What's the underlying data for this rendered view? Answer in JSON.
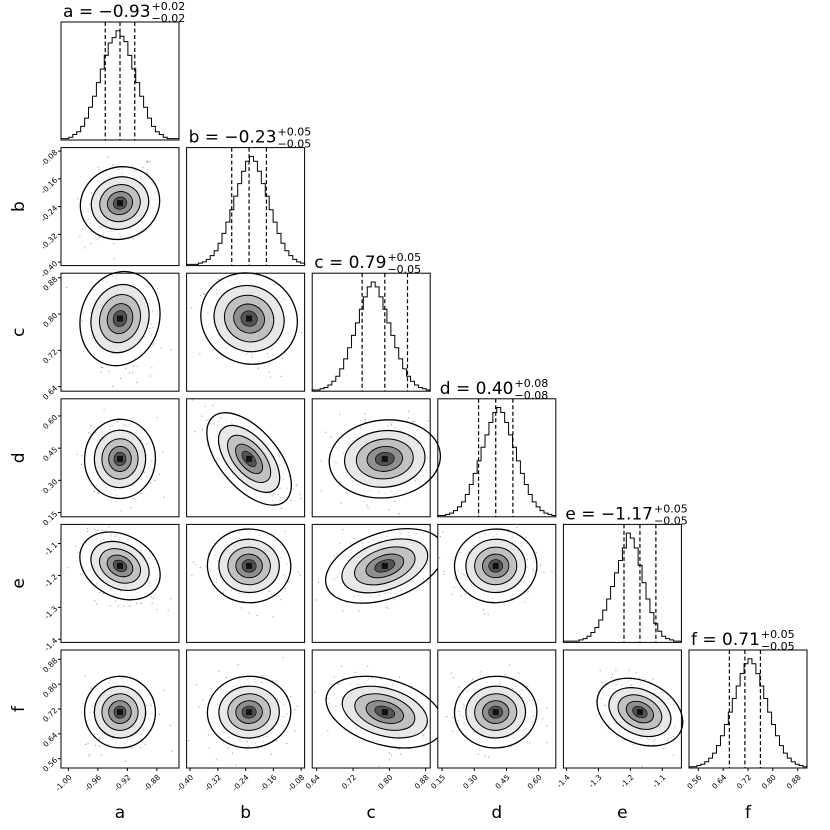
{
  "chart_data": {
    "type": "corner",
    "parameters": [
      "a",
      "b",
      "c",
      "d",
      "e",
      "f"
    ],
    "medians": [
      -0.93,
      -0.23,
      0.79,
      0.4,
      -1.17,
      0.71
    ],
    "ranges": [
      [
        -1.01,
        -0.85
      ],
      [
        -0.41,
        -0.07
      ],
      [
        0.63,
        0.89
      ],
      [
        0.13,
        0.68
      ],
      [
        -1.41,
        -1.04
      ],
      [
        0.53,
        0.91
      ]
    ],
    "ticks": [
      [
        "-1.00",
        "-0.96",
        "-0.92",
        "-0.88"
      ],
      [
        "-0.40",
        "-0.32",
        "-0.24",
        "-0.16",
        "-0.08"
      ],
      [
        "0.64",
        "0.72",
        "0.80",
        "0.88"
      ],
      [
        "0.15",
        "0.30",
        "0.45",
        "0.60"
      ],
      [
        "-1.4",
        "-1.3",
        "-1.2",
        "-1.1"
      ],
      [
        "0.56",
        "0.64",
        "0.72",
        "0.80",
        "0.88"
      ]
    ],
    "titles": [
      {
        "label": "a",
        "value": "−0.93",
        "plus": "+0.02",
        "minus": "−0.02"
      },
      {
        "label": "b",
        "value": "−0.23",
        "plus": "+0.05",
        "minus": "−0.05"
      },
      {
        "label": "c",
        "value": "0.79",
        "plus": "+0.05",
        "minus": "−0.05"
      },
      {
        "label": "d",
        "value": "0.40",
        "plus": "+0.08",
        "minus": "−0.08"
      },
      {
        "label": "e",
        "value": "−1.17",
        "plus": "+0.05",
        "minus": "−0.05"
      },
      {
        "label": "f",
        "value": "0.71",
        "plus": "+0.05",
        "minus": "−0.05"
      }
    ],
    "quantiles": [
      [
        -0.95,
        -0.93,
        -0.91
      ],
      [
        -0.28,
        -0.23,
        -0.18
      ],
      [
        0.74,
        0.79,
        0.84
      ],
      [
        0.32,
        0.4,
        0.48
      ],
      [
        -1.22,
        -1.17,
        -1.12
      ],
      [
        0.66,
        0.71,
        0.76
      ]
    ],
    "hist_counts": [
      [
        1,
        1,
        2,
        4,
        6,
        10,
        16,
        24,
        32,
        42,
        52,
        62,
        71,
        75,
        80,
        76,
        72,
        62,
        52,
        42,
        32,
        24,
        16,
        10,
        6,
        4,
        2,
        1,
        1,
        1
      ],
      [
        1,
        1,
        1,
        2,
        3,
        5,
        8,
        12,
        18,
        26,
        35,
        45,
        56,
        66,
        76,
        84,
        88,
        84,
        76,
        66,
        56,
        45,
        35,
        26,
        18,
        12,
        8,
        5,
        3,
        2
      ],
      [
        1,
        1,
        2,
        3,
        5,
        8,
        12,
        18,
        26,
        35,
        45,
        55,
        66,
        76,
        84,
        88,
        84,
        76,
        66,
        55,
        45,
        35,
        26,
        18,
        12,
        8,
        5,
        3,
        2,
        1
      ],
      [
        1,
        1,
        2,
        3,
        5,
        8,
        12,
        18,
        26,
        35,
        45,
        56,
        66,
        76,
        84,
        88,
        84,
        76,
        66,
        56,
        45,
        35,
        26,
        18,
        12,
        8,
        5,
        3,
        2,
        1
      ],
      [
        1,
        1,
        1,
        1,
        2,
        3,
        5,
        8,
        12,
        18,
        26,
        35,
        45,
        56,
        66,
        76,
        88,
        84,
        76,
        62,
        48,
        35,
        24,
        15,
        9,
        5,
        3,
        2,
        1,
        1
      ],
      [
        1,
        1,
        2,
        3,
        5,
        8,
        12,
        18,
        26,
        35,
        45,
        56,
        66,
        76,
        84,
        88,
        84,
        76,
        66,
        56,
        45,
        35,
        26,
        18,
        12,
        8,
        5,
        3,
        2,
        1
      ]
    ],
    "correlations": {
      "b-a": 0.35,
      "c-a": -0.3,
      "c-b": -0.45,
      "d-a": -0.05,
      "d-b": -0.8,
      "d-c": 0.1,
      "e-a": -0.5,
      "e-b": -0.05,
      "e-c": 0.35,
      "e-d": 0.05,
      "f-a": 0.05,
      "f-b": 0.05,
      "f-c": -0.3,
      "f-d": 0.05,
      "f-e": -0.45
    }
  }
}
